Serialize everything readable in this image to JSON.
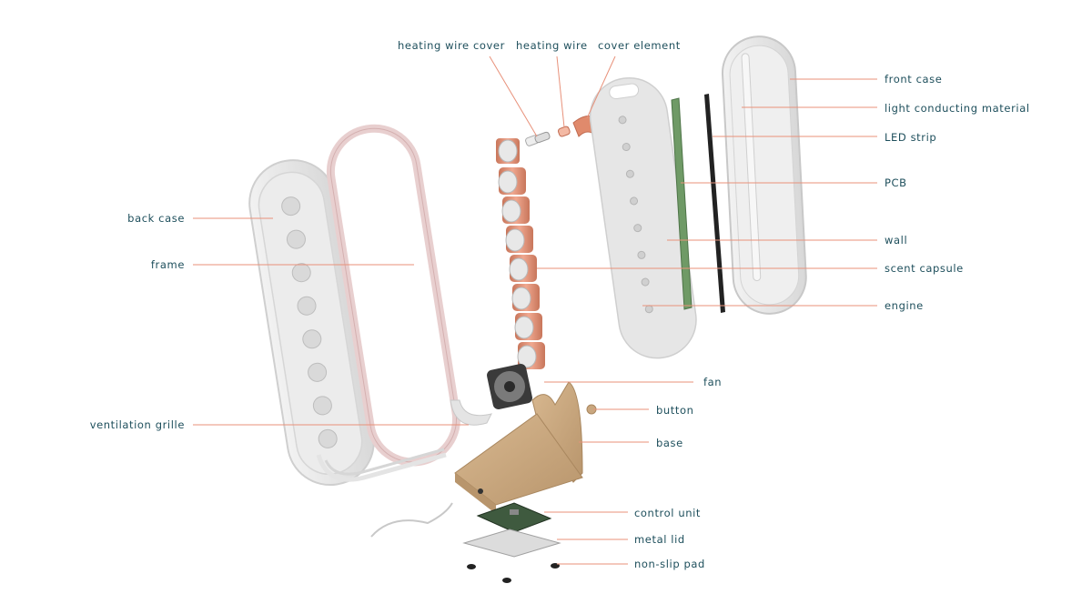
{
  "colors": {
    "label_text": "#1e4f5c",
    "leader_line": "#e8917a",
    "copper": "#e08a6c",
    "copper_dark": "#c06a50",
    "shell": "#e4e4e4",
    "shell_edge": "#c8c8c8",
    "wood": "#c9a77f",
    "wood_dark": "#a9875f",
    "pcb_green": "#5f8a5a",
    "frame_pink": "#e8cfcf"
  },
  "labels": {
    "heating_wire_cover": "heating wire cover",
    "heating_wire": "heating wire",
    "cover_element": "cover element",
    "front_case": "front case",
    "light_conducting_material": "light conducting material",
    "led_strip": "LED strip",
    "pcb": "PCB",
    "wall": "wall",
    "scent_capsule": "scent capsule",
    "engine": "engine",
    "fan": "fan",
    "button": "button",
    "base": "base",
    "control_unit": "control unit",
    "metal_lid": "metal lid",
    "non_slip_pad": "non-slip pad",
    "back_case": "back case",
    "frame": "frame",
    "ventilation_grille": "ventilation grille"
  }
}
